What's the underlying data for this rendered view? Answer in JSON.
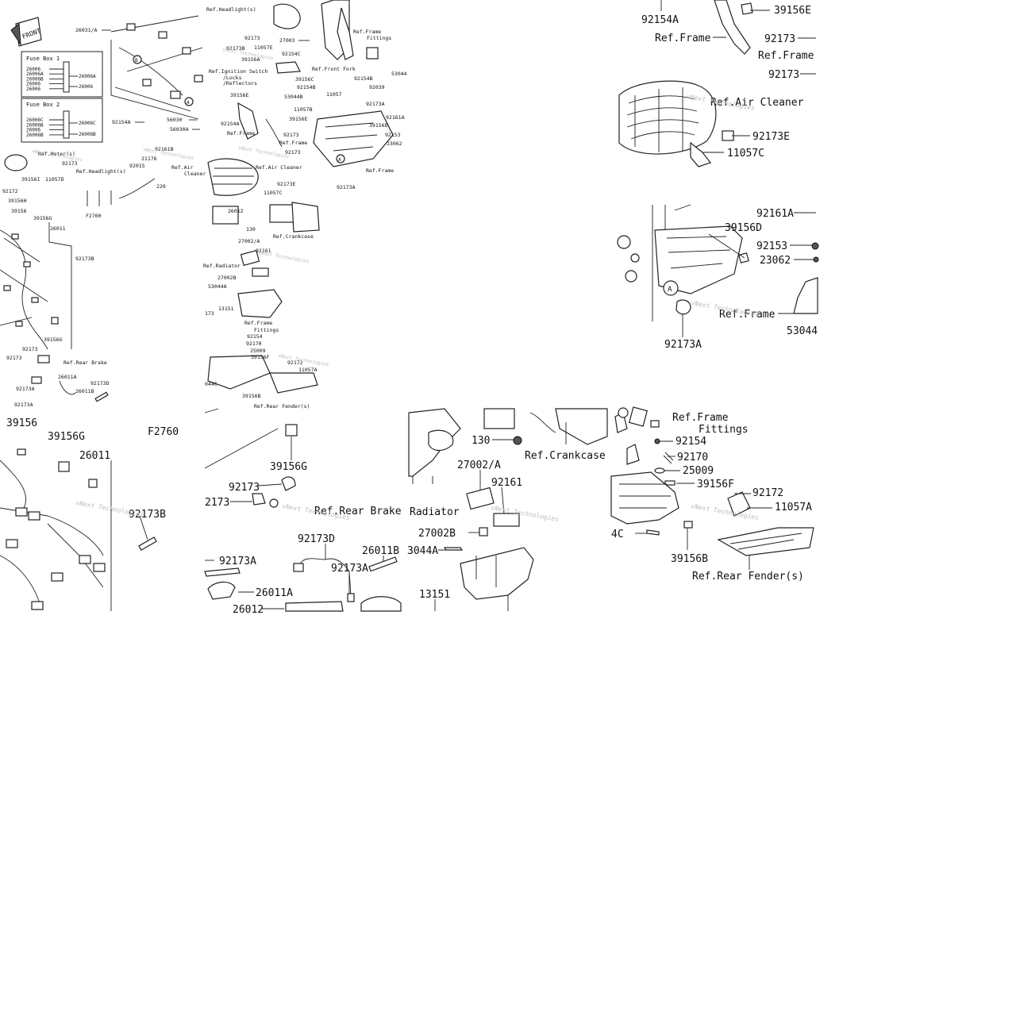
{
  "tiles": {
    "overview": {
      "fuse_box_1": {
        "title": "Fuse Box 1",
        "left": [
          "26006",
          "26006A",
          "26006B",
          "26006",
          "26006"
        ],
        "right": [
          "26006A",
          "26006"
        ]
      },
      "fuse_box_2": {
        "title": "Fuse Box 2",
        "left": [
          "26006C",
          "26006B",
          "26006",
          "26006B"
        ],
        "right": [
          "26006C",
          "26006B"
        ]
      },
      "labels": [
        "26031/A",
        "92154A",
        "56030",
        "56030A",
        "Ref.Meter(s)",
        "92173",
        "11057D",
        "39156I",
        "92172",
        "39156H",
        "39156",
        "39156G",
        "26011",
        "92173B",
        "39156G",
        "92173",
        "92173",
        "Ref.Rear Brake",
        "26011A",
        "92173A",
        "26011B",
        "92173D",
        "92173A",
        "Ref.Headlight(s)",
        "92015",
        "21176",
        "220",
        "F2760",
        "92161B"
      ],
      "front_label": "FRONT"
    },
    "middle": {
      "labels": [
        "Ref.Headlight(s)",
        "92173",
        "92173B",
        "11057E",
        "27003",
        "Ref.Frame",
        "Fittings",
        "92154C",
        "39156A",
        "Ref.Ignition Switch",
        "/Locks",
        "/Reflectors",
        "Ref.Front Fork",
        "39156C",
        "92154B",
        "92154B",
        "92039",
        "53044B",
        "11057",
        "11057B",
        "92173A",
        "39156E",
        "92154A",
        "39156E",
        "Ref.Frame",
        "92173",
        "39156D",
        "92161A",
        "92153",
        "23062",
        "Ref.Frame",
        "92173",
        "92173A",
        "Ref.Frame",
        "Ref.Air",
        "Cleaner",
        "Ref.Air Cleaner",
        "92173E",
        "11057C",
        "53044"
      ]
    },
    "lower_middle": {
      "labels": [
        "26012",
        "130",
        "Ref.Crankcase",
        "27002/A",
        "Ref.Radiator",
        "92161",
        "27002B",
        "53044A",
        "13151",
        "173",
        "Ref.Frame",
        "Fittings",
        "92154",
        "92170",
        "25009",
        "39156F",
        "92172",
        "11057A",
        "39156B",
        "Ref.Rear Fender(s)",
        "044C"
      ]
    },
    "top_right": {
      "labels": [
        "92154A",
        "39156E",
        "Ref.Frame",
        "92173",
        "Ref.Frame",
        "92173"
      ]
    },
    "air_cleaner": {
      "labels": [
        "Ref.Air Cleaner",
        "92173E",
        "11057C"
      ]
    },
    "frame_right": {
      "labels": [
        "92161A",
        "39156D",
        "92153",
        "23062",
        "Ref.Frame",
        "53044",
        "92173A",
        "A"
      ]
    },
    "bottom_left": {
      "labels": [
        "39156",
        "39156G",
        "26011",
        "F2760",
        "92173B"
      ]
    },
    "bottom_mid": {
      "labels": [
        "39156G",
        "92173",
        "2173",
        "Ref.Rear Brake",
        "92173A",
        "26011A",
        "92173D",
        "26011B",
        "92173A",
        "26012"
      ]
    },
    "bottom_center": {
      "labels": [
        "130",
        "Ref.Crankcase",
        "Radiator",
        "27002/A",
        "92161",
        "27002B",
        "3044A",
        "13151"
      ]
    },
    "bottom_right": {
      "labels": [
        "Ref.Frame",
        "Fittings",
        "92154",
        "92170",
        "25009",
        "39156F",
        "92172",
        "11057A",
        "4C",
        "39156B",
        "Ref.Rear Fender(s)"
      ]
    },
    "watermark": "vNext Technologies"
  }
}
